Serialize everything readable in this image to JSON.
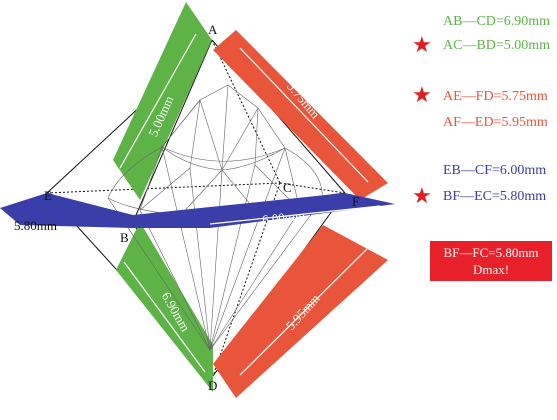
{
  "points": {
    "A": "A",
    "B": "B",
    "C": "C",
    "D": "D",
    "E": "E",
    "F": "F"
  },
  "plane_labels": {
    "ac": "5.00mm",
    "bd": "6.90mm",
    "ae": "5.75mm",
    "fd": "5.95mm",
    "cf": "6.00mm",
    "eb": "5.80mm"
  },
  "legend": {
    "l1": "AB—CD=6.90mm",
    "l2": "AC—BD=5.00mm",
    "l3": "AE—FD=5.75mm",
    "l4": "AF—ED=5.95mm",
    "l5": "EB—CF=6.00mm",
    "l6": "BF—EC=5.80mm",
    "star_glyph": "★"
  },
  "result": {
    "line1": "BF—FC=5.80mm",
    "line2": "Dmax!"
  },
  "colors": {
    "green": "#5db346",
    "red": "#e8553a",
    "blue": "#3a3ea8",
    "star": "#e02020",
    "result_bg": "#e8202a"
  }
}
